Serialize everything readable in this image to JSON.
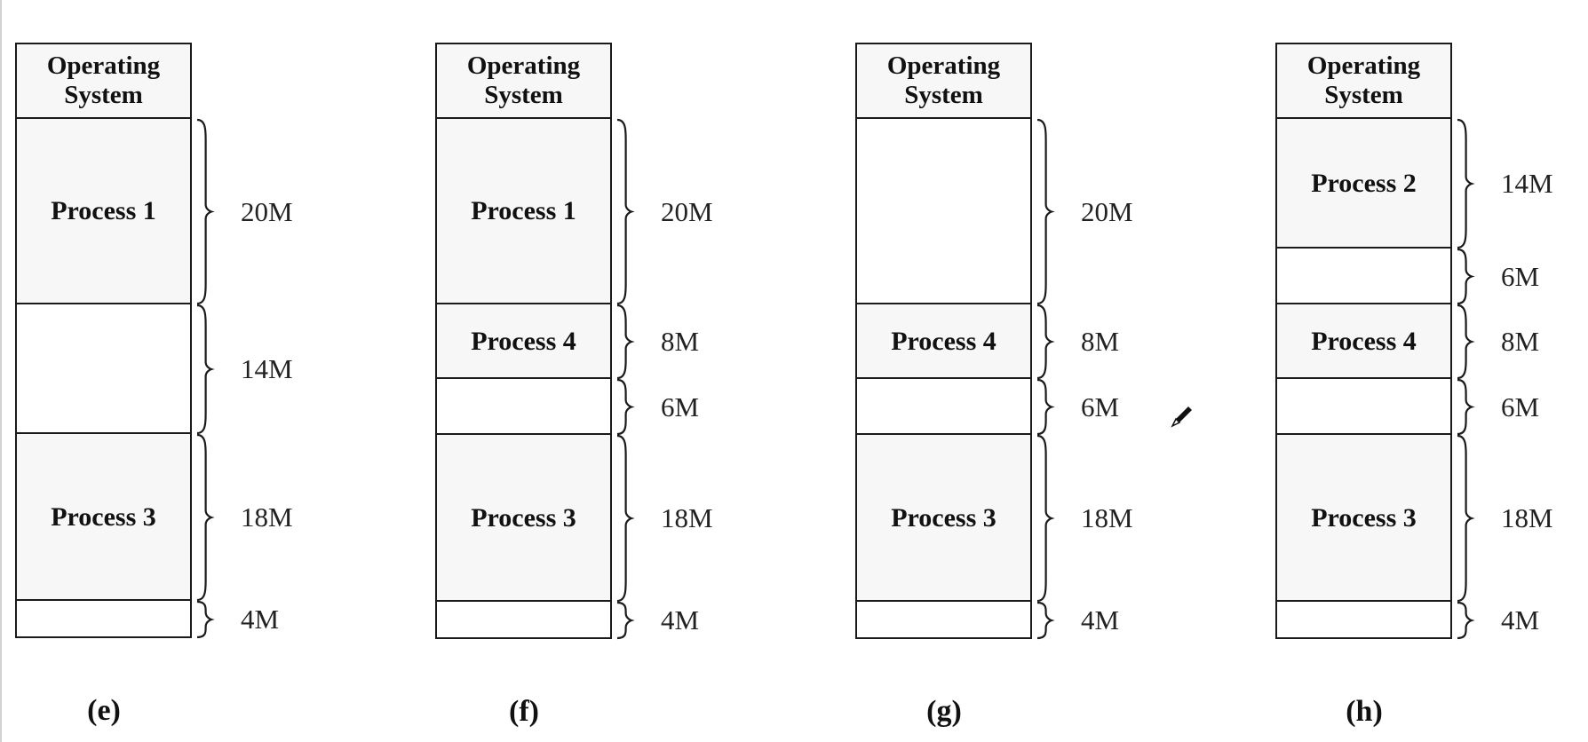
{
  "diagrams": [
    {
      "caption": "(e)",
      "os_label_line1": "Operating",
      "os_label_line2": "System",
      "blocks": [
        {
          "label": "Process 1",
          "size": "20M",
          "size_mb": 20,
          "state": "allocated"
        },
        {
          "label": "",
          "size": "14M",
          "size_mb": 14,
          "state": "free"
        },
        {
          "label": "Process 3",
          "size": "18M",
          "size_mb": 18,
          "state": "allocated"
        },
        {
          "label": "",
          "size": "4M",
          "size_mb": 4,
          "state": "free"
        }
      ]
    },
    {
      "caption": "(f)",
      "os_label_line1": "Operating",
      "os_label_line2": "System",
      "blocks": [
        {
          "label": "Process 1",
          "size": "20M",
          "size_mb": 20,
          "state": "allocated"
        },
        {
          "label": "Process 4",
          "size": "8M",
          "size_mb": 8,
          "state": "allocated"
        },
        {
          "label": "",
          "size": "6M",
          "size_mb": 6,
          "state": "free"
        },
        {
          "label": "Process 3",
          "size": "18M",
          "size_mb": 18,
          "state": "allocated"
        },
        {
          "label": "",
          "size": "4M",
          "size_mb": 4,
          "state": "free"
        }
      ]
    },
    {
      "caption": "(g)",
      "os_label_line1": "Operating",
      "os_label_line2": "System",
      "blocks": [
        {
          "label": "",
          "size": "20M",
          "size_mb": 20,
          "state": "free"
        },
        {
          "label": "Process 4",
          "size": "8M",
          "size_mb": 8,
          "state": "allocated"
        },
        {
          "label": "",
          "size": "6M",
          "size_mb": 6,
          "state": "free"
        },
        {
          "label": "Process 3",
          "size": "18M",
          "size_mb": 18,
          "state": "allocated"
        },
        {
          "label": "",
          "size": "4M",
          "size_mb": 4,
          "state": "free"
        }
      ]
    },
    {
      "caption": "(h)",
      "os_label_line1": "Operating",
      "os_label_line2": "System",
      "blocks": [
        {
          "label": "Process 2",
          "size": "14M",
          "size_mb": 14,
          "state": "allocated"
        },
        {
          "label": "",
          "size": "6M",
          "size_mb": 6,
          "state": "free"
        },
        {
          "label": "Process 4",
          "size": "8M",
          "size_mb": 8,
          "state": "allocated"
        },
        {
          "label": "",
          "size": "6M",
          "size_mb": 6,
          "state": "free"
        },
        {
          "label": "Process 3",
          "size": "18M",
          "size_mb": 18,
          "state": "allocated"
        },
        {
          "label": "",
          "size": "4M",
          "size_mb": 4,
          "state": "free"
        }
      ]
    }
  ],
  "colors": {
    "border": "#1a1a1a",
    "allocated_fill": "#f7f7f7",
    "free_fill": "#ffffff",
    "text": "#111111"
  },
  "icons": {
    "cursor": "pencil-icon"
  }
}
